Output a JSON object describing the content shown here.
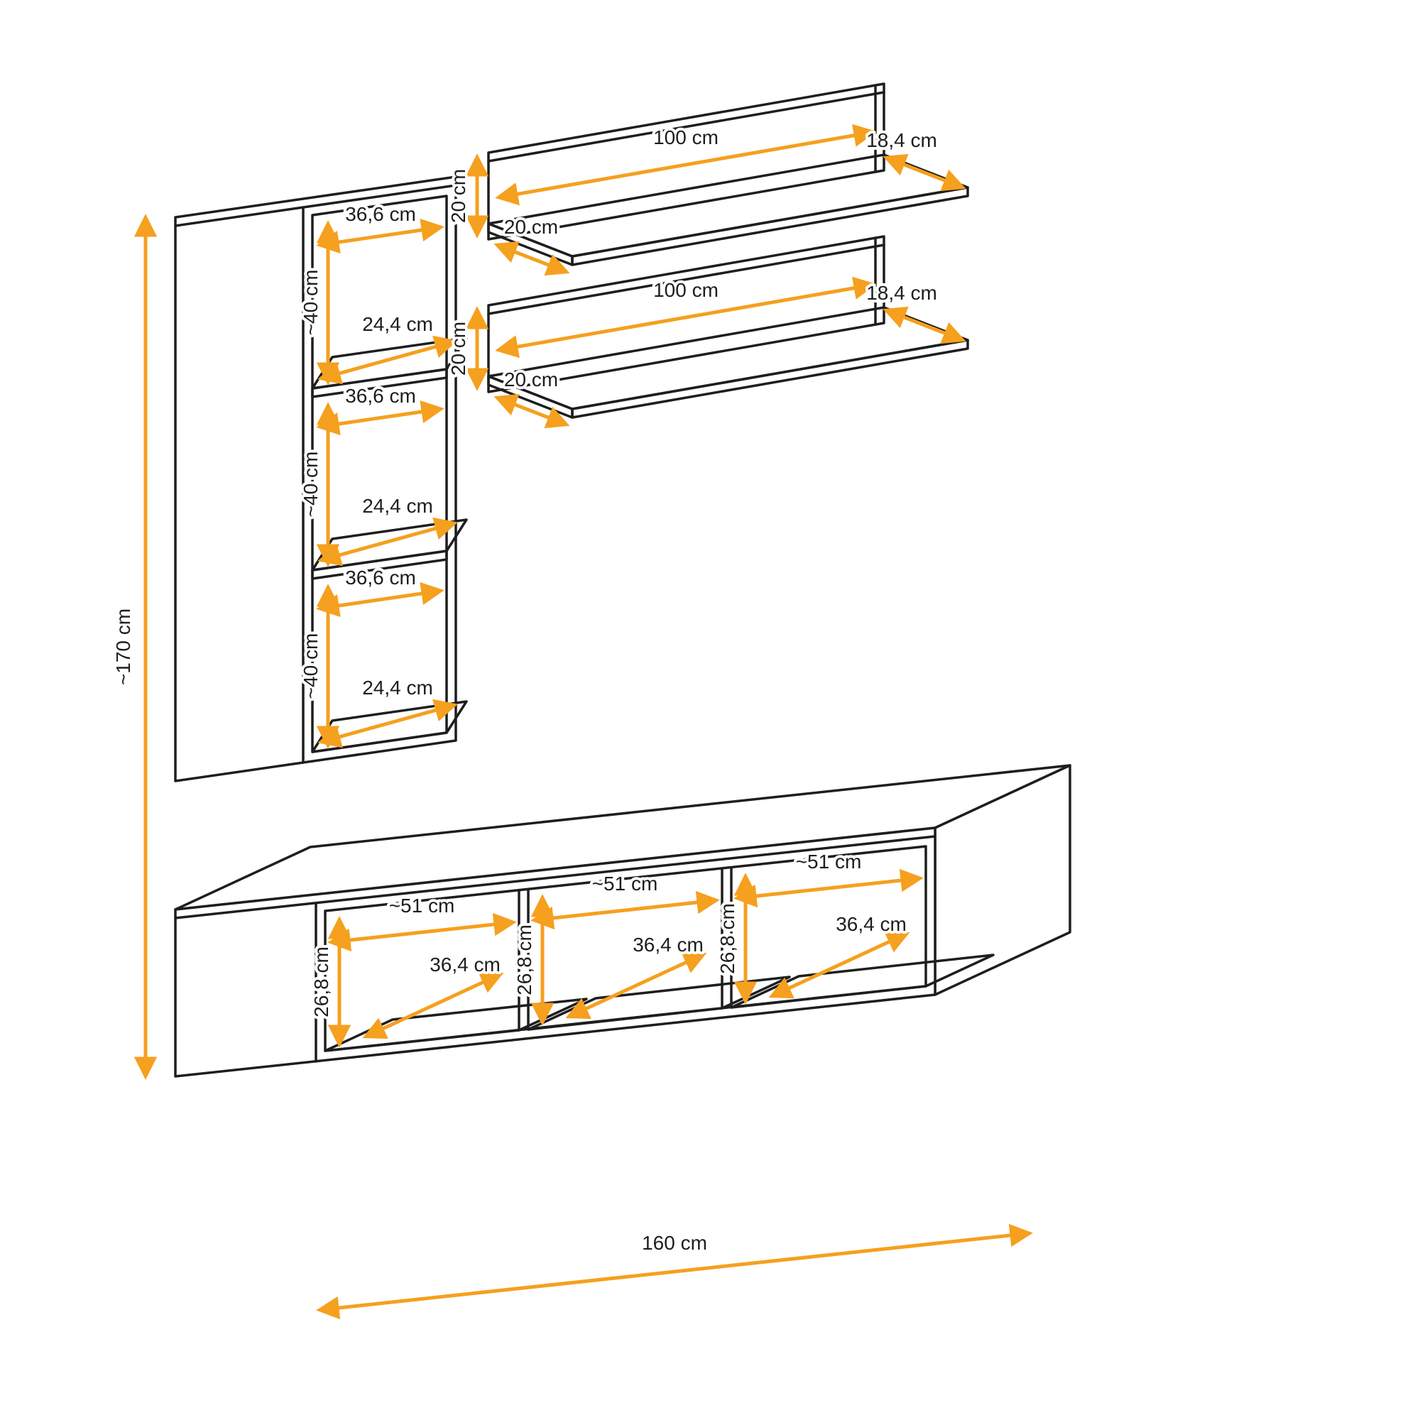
{
  "colors": {
    "arrow": "#F5A01E",
    "line": "#1E1E1E",
    "background": "#FFFFFF"
  },
  "overall": {
    "height": "~170 cm"
  },
  "cabinet": {
    "sections": [
      {
        "width": "36,6 cm",
        "height": "~40 cm",
        "depth": "24,4 cm"
      },
      {
        "width": "36,6 cm",
        "height": "~40 cm",
        "depth": "24,4 cm"
      },
      {
        "width": "36,6 cm",
        "height": "~40 cm",
        "depth": "24,4 cm"
      }
    ]
  },
  "shelves": [
    {
      "length": "100 cm",
      "depth_right": "18,4 cm",
      "height": "20 cm",
      "depth_left": "20 cm"
    },
    {
      "length": "100 cm",
      "depth_right": "18,4 cm",
      "height": "20 cm",
      "depth_left": "20 cm"
    }
  ],
  "tv_stand": {
    "overall_width": "160 cm",
    "sections": [
      {
        "width": "~51 cm",
        "height": "26,8 cm",
        "depth": "36,4 cm"
      },
      {
        "width": "~51 cm",
        "height": "26,8 cm",
        "depth": "36,4 cm"
      },
      {
        "width": "~51 cm",
        "height": "26,8 cm",
        "depth": "36,4 cm"
      }
    ]
  }
}
